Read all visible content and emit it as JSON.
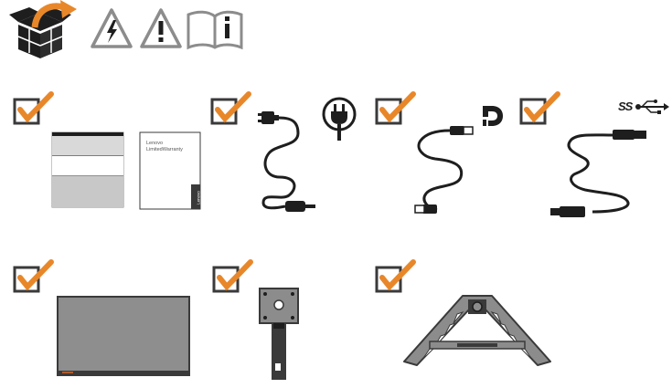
{
  "colors": {
    "check": "#e8872a",
    "box_border": "#3a3a3a",
    "gray": "#8c8c8c",
    "dark": "#1e1e1e"
  },
  "header_icons": [
    "unpack-box-icon",
    "electrical-hazard-icon",
    "caution-icon",
    "read-manual-icon"
  ],
  "items": [
    {
      "id": "documentation",
      "checked": true
    },
    {
      "id": "power-cable",
      "checked": true
    },
    {
      "id": "displayport-cable",
      "checked": true
    },
    {
      "id": "usb-cable",
      "checked": true
    },
    {
      "id": "monitor",
      "checked": true
    },
    {
      "id": "stand-neck",
      "checked": true
    },
    {
      "id": "stand-base",
      "checked": true
    }
  ],
  "warranty_booklet": {
    "brand": "Lenovo",
    "title": "LimitedWarranty",
    "spine_brand": "Lenovo"
  },
  "usb_logo_text": "SS"
}
